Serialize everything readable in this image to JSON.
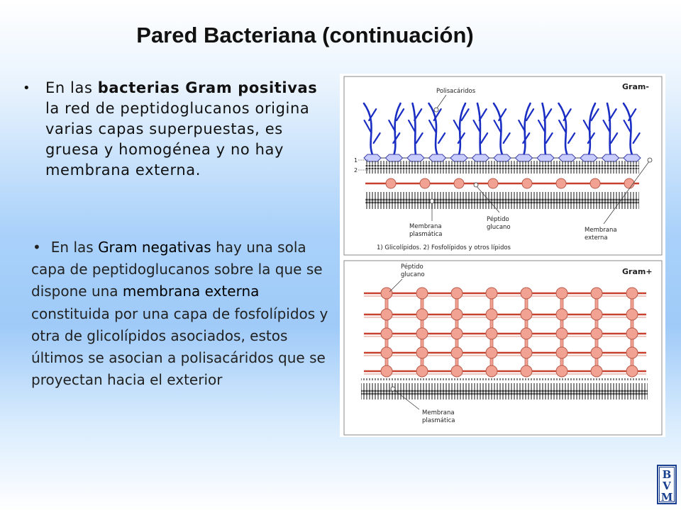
{
  "title": "Pared Bacteriana (continuación)",
  "bullet1": {
    "pre": "En las ",
    "bold": "bacterias Gram positivas",
    "post": " la red de peptidoglucanos origina varias capas superpuestas, es gruesa y homogénea y no hay membrana externa."
  },
  "bullet2": {
    "pre": "En las ",
    "hl1": "Gram negativas",
    "mid1": " hay una sola capa de peptidoglucanos sobre la que se dispone una ",
    "hl2": "membrana externa",
    "post": " constituida por una capa de fosfolípidos y otra de glicolípidos asociados, estos últimos se asocian  a polisacáridos que se proyectan hacia el exterior"
  },
  "figure": {
    "top": {
      "tag": "Gram-",
      "polisacaridos": "Polisacáridos",
      "num1": "1",
      "num2": "2",
      "peptido_line1": "Péptido",
      "peptido_line2": "glucano",
      "membrana_line1": "Membrana",
      "membrana_line2": "plasmática",
      "externa_line1": "Membrana",
      "externa_line2": "externa",
      "caption": "1) Glicolípidos. 2) Fosfolípidos y otros lípidos"
    },
    "bottom": {
      "tag": "Gram+",
      "peptido_line1": "Péptido",
      "peptido_line2": "glucano",
      "membrana_line1": "Membrana",
      "membrana_line2": "plasmática"
    }
  },
  "logo": {
    "letters": [
      "B",
      "V",
      "M"
    ],
    "color": "#1a3f8f"
  },
  "colors": {
    "peptide_fill": "#f2a293",
    "peptide_stroke": "#b85a4a",
    "chain": "#c8402e",
    "polysaccharide": "#1a2ec4",
    "glycolipid_fill": "#c9ccff",
    "lipid": "#333333"
  }
}
